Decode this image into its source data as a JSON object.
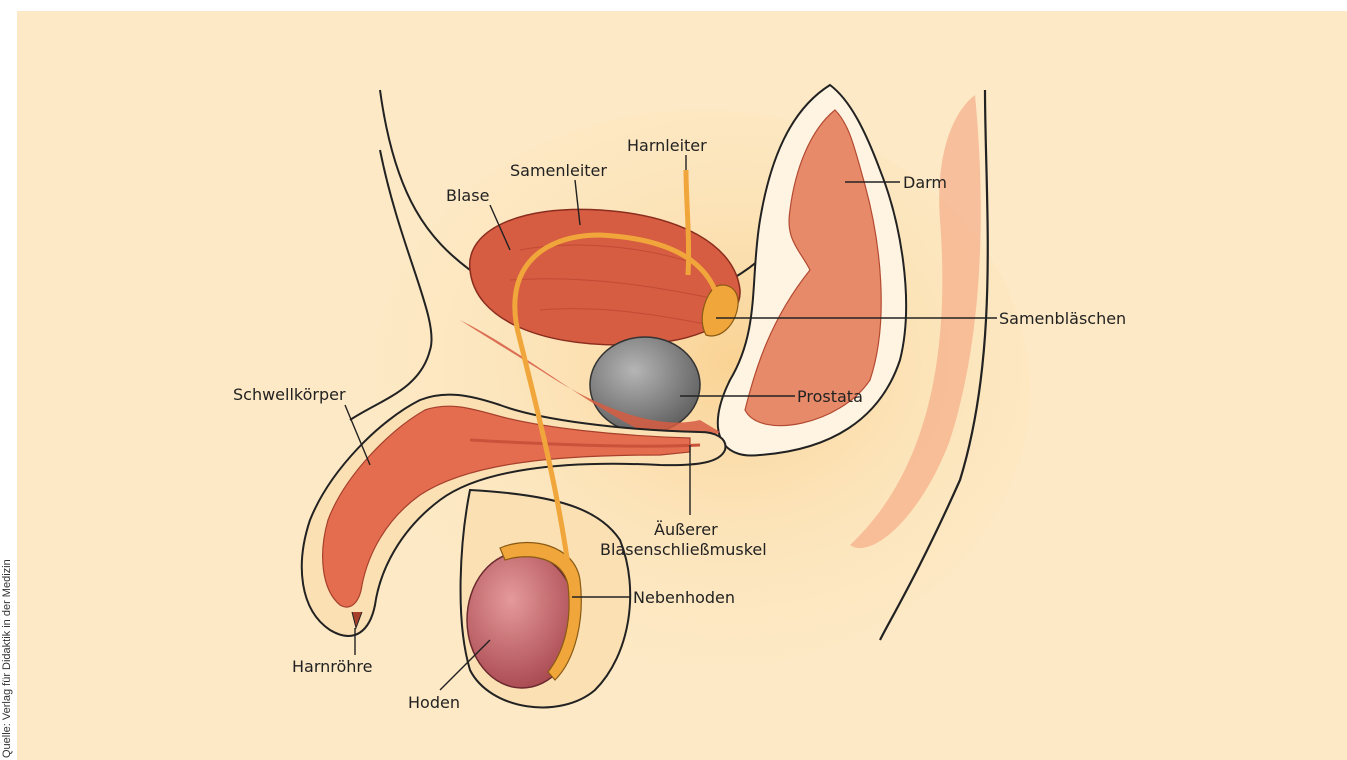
{
  "credit": "Quelle: Verlag für Didaktik in der Medizin",
  "labels": {
    "harnleiter": "Harnleiter",
    "samenleiter": "Samenleiter",
    "blase": "Blase",
    "darm": "Darm",
    "samenblaschen": "Samenbläschen",
    "prostata": "Prostata",
    "schwellkorper": "Schwellkörper",
    "ausserer_1": "Äußerer",
    "ausserer_2": "Blasenschließmuskel",
    "nebenhoden": "Nebenhoden",
    "harnrohre": "Harnröhre",
    "hoden": "Hoden"
  },
  "colors": {
    "background": "#fde9c5",
    "tissue": "#f6e2b6",
    "organ": "#e56d4f",
    "organ_light": "#ef8a6b",
    "prostata": "#8c8c8c",
    "seminal": "#f0a63a",
    "hoden": "#c8636b"
  }
}
